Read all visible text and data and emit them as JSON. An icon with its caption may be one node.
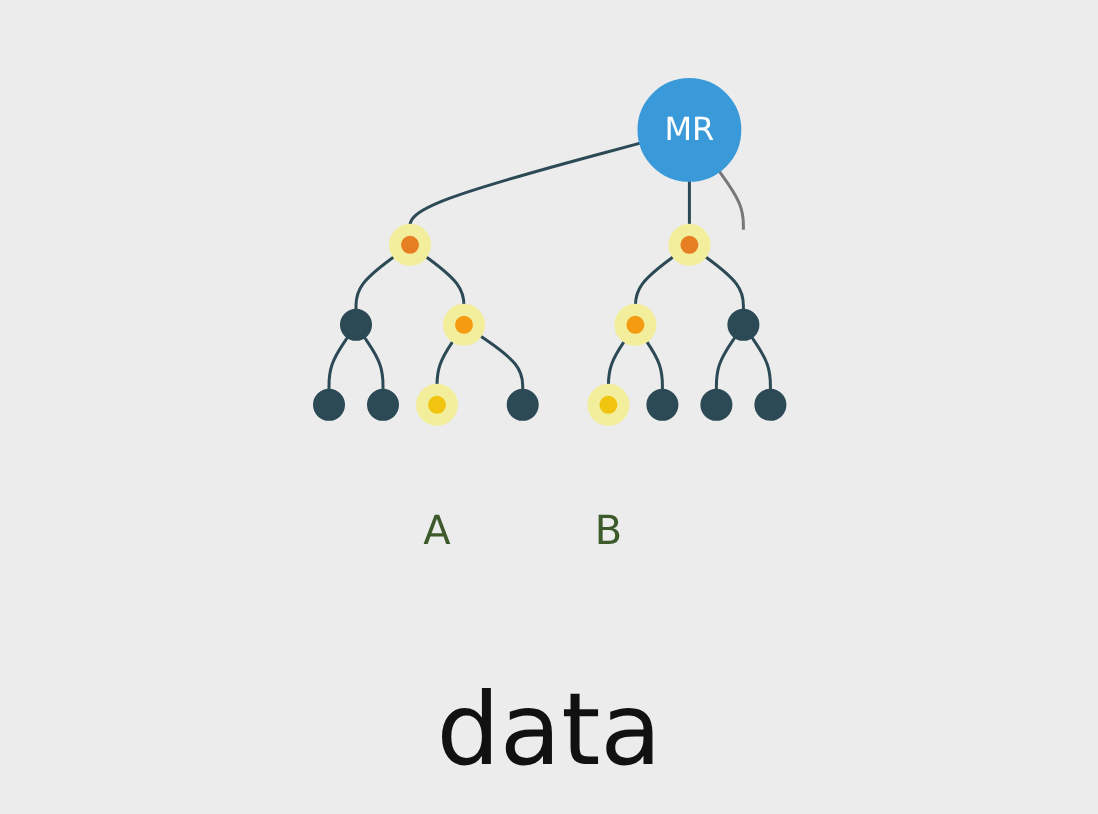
{
  "diagram": {
    "nodes": [
      {
        "text": [
          "MR"
        ]
      },
      {
        "text": [],
        "shape": "circle"
      },
      {
        "text": [],
        "shape": "circle"
      },
      {
        "text": [],
        "shape": "circle"
      },
      {
        "text": [],
        "shape": "circle"
      },
      {
        "text": [],
        "shape": "circle"
      },
      {
        "text": [],
        "shape": "circle"
      },
      {
        "text": [],
        "shape": "circle"
      },
      {
        "text": [],
        "shape": "circle"
      },
      {
        "text": [],
        "shape": "circle",
        "beside": [
          "A"
        ]
      },
      {
        "text": [],
        "shape": "circle"
      },
      {
        "text": [],
        "shape": "circle",
        "beside": [
          "B"
        ]
      },
      {
        "text": [],
        "shape": "circle"
      },
      {
        "text": [],
        "shape": "circle"
      },
      {
        "text": [],
        "shape": "circle"
      }
    ],
    "edges": [
      {
        "from": 0,
        "to": 1,
        "arrow": "none"
      },
      {
        "from": 0,
        "to": 2,
        "arrow": "none"
      },
      {
        "from": 1,
        "to": 3,
        "arrow": "none"
      },
      {
        "from": 1,
        "to": 4,
        "arrow": "none"
      },
      {
        "from": 2,
        "to": 5,
        "arrow": "none"
      },
      {
        "from": 2,
        "to": 6,
        "arrow": "none"
      },
      {
        "from": 3,
        "to": 7,
        "arrow": "none"
      },
      {
        "from": 3,
        "to": 8,
        "arrow": "none"
      },
      {
        "from": 4,
        "to": 9,
        "arrow": "none"
      },
      {
        "from": 4,
        "to": 10,
        "arrow": "none"
      },
      {
        "from": 5,
        "to": 11,
        "arrow": "none"
      },
      {
        "from": 5,
        "to": 12,
        "arrow": "none"
      },
      {
        "from": 6,
        "to": 13,
        "arrow": "none"
      },
      {
        "from": 6,
        "to": 14,
        "arrow": "none"
      },
      {
        "from": 0,
        "to": null,
        "arrow": "none",
        "color": "#777777"
      }
    ],
    "labels": [
      "data"
    ]
  }
}
